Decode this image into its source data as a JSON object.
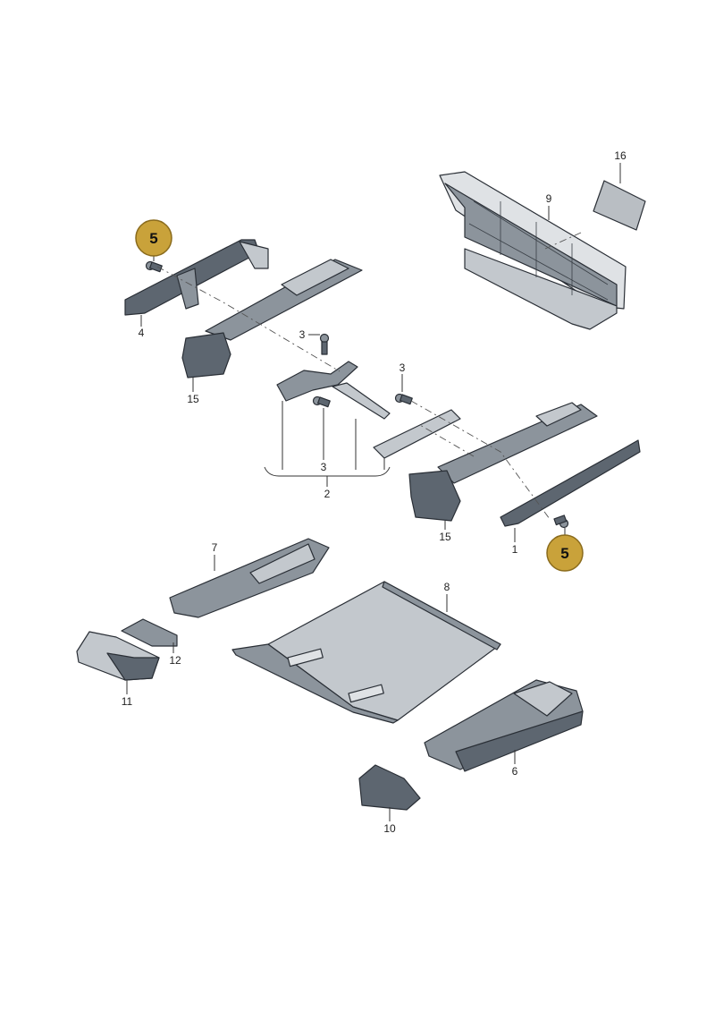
{
  "labels": {
    "l1": "1",
    "l2": "2",
    "l3a": "3",
    "l3b": "3",
    "l3c": "3",
    "l4": "4",
    "l6": "6",
    "l7": "7",
    "l8": "8",
    "l9": "9",
    "l10": "10",
    "l11": "11",
    "l12": "12",
    "l15a": "15",
    "l15b": "15",
    "l16": "16"
  },
  "badges": {
    "b5a": "5",
    "b5b": "5"
  },
  "colors": {
    "badge_fill": "#c9a23a",
    "badge_stroke": "#8a6b1c"
  }
}
